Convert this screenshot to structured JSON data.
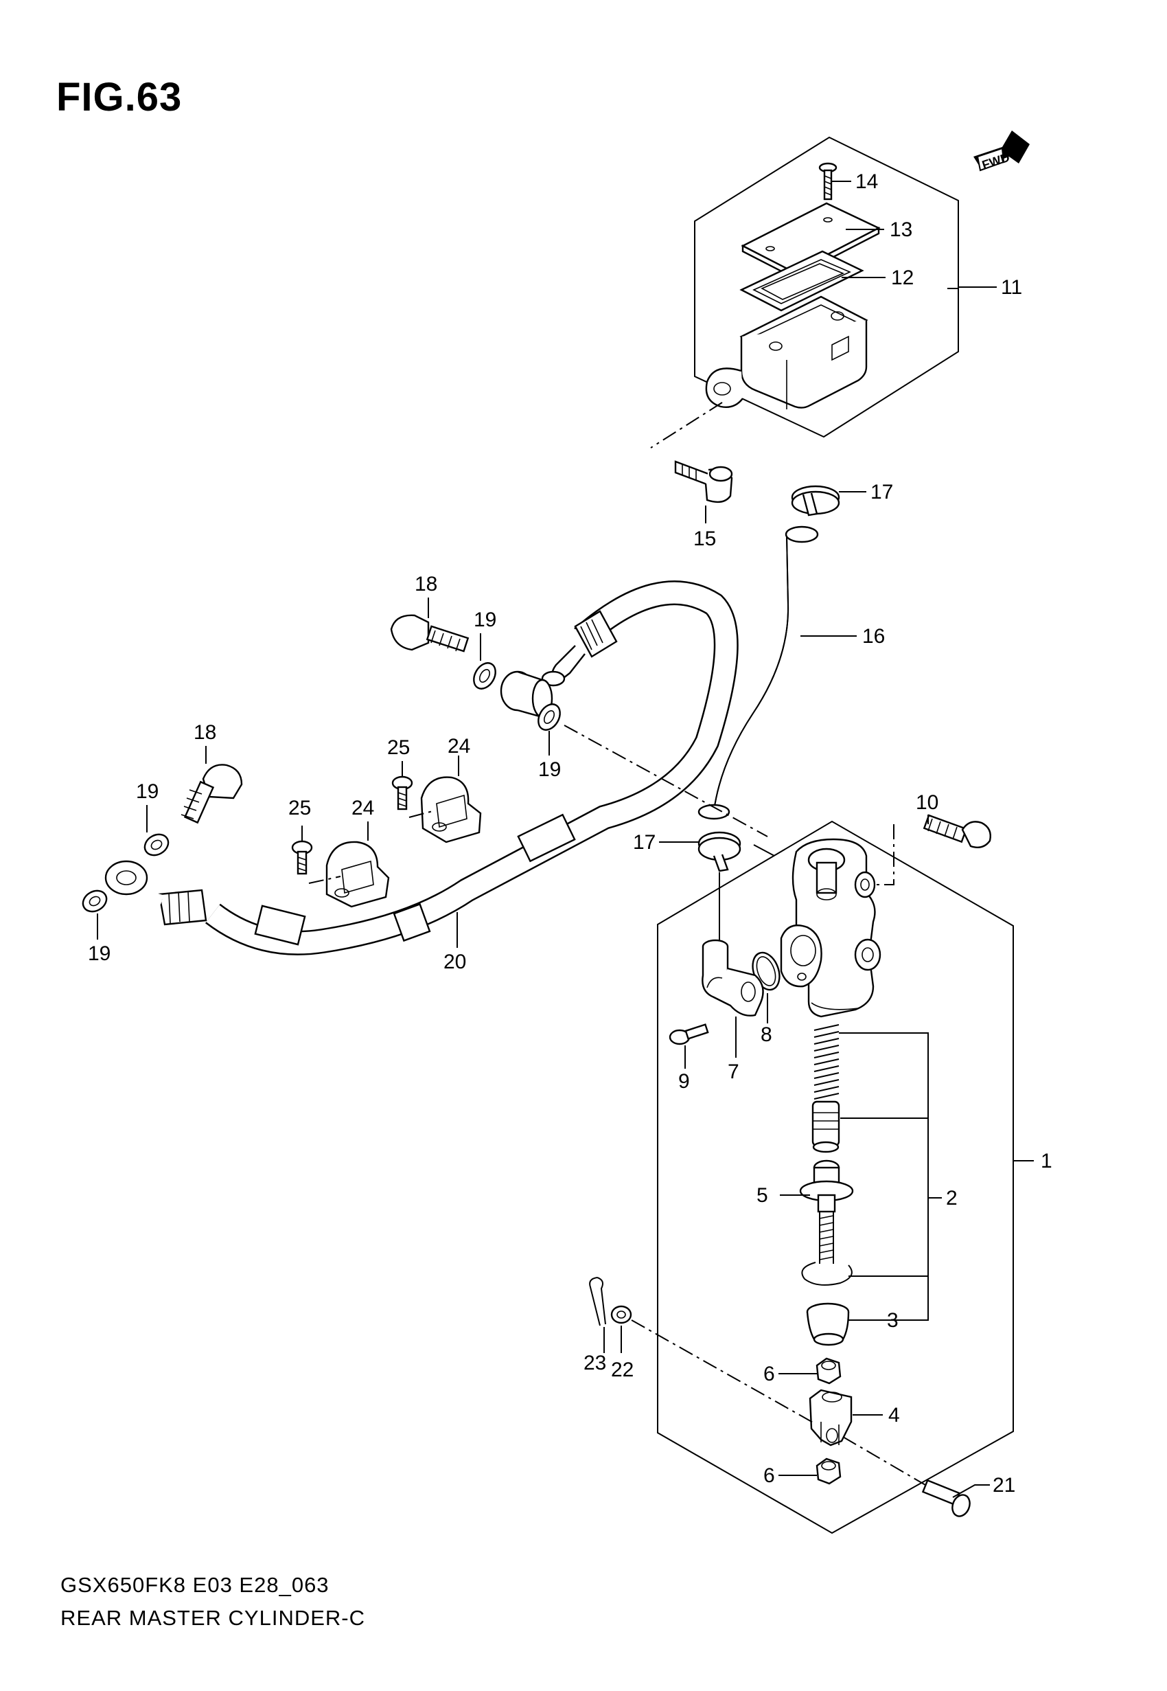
{
  "figure": {
    "title": "FIG.63",
    "fwd_badge": "FWD"
  },
  "footer": {
    "model_code": "GSX650FK8 E03 E28_063",
    "part_name": "REAR MASTER CYLINDER-C"
  },
  "callouts": {
    "c1": "1",
    "c2": "2",
    "c3": "3",
    "c4": "4",
    "c5": "5",
    "c6a": "6",
    "c6b": "6",
    "c7": "7",
    "c8": "8",
    "c9": "9",
    "c10": "10",
    "c11": "11",
    "c12": "12",
    "c13": "13",
    "c14": "14",
    "c15": "15",
    "c16": "16",
    "c17a": "17",
    "c17b": "17",
    "c18a": "18",
    "c18b": "18",
    "c19a": "19",
    "c19b": "19",
    "c19c": "19",
    "c19d": "19",
    "c20": "20",
    "c21": "21",
    "c22": "22",
    "c23": "23",
    "c24a": "24",
    "c24b": "24",
    "c25a": "25",
    "c25b": "25"
  }
}
